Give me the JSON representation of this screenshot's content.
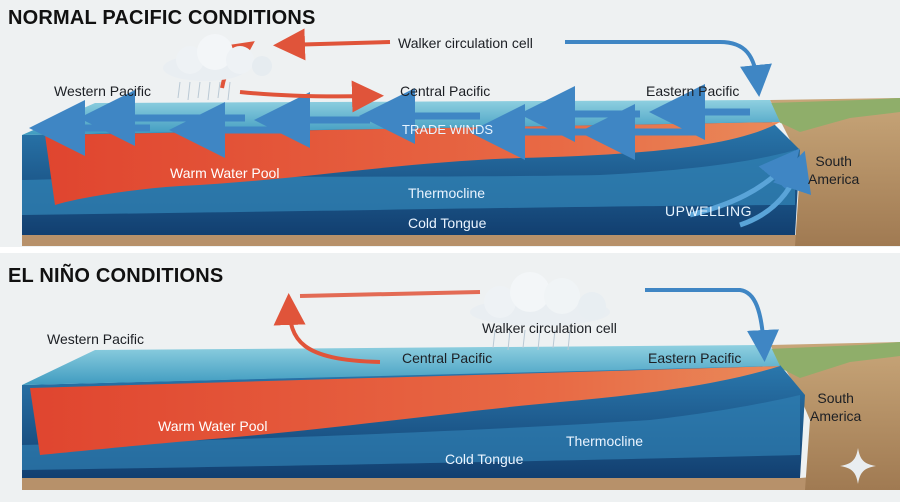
{
  "normal": {
    "title": "NORMAL PACIFIC CONDITIONS",
    "walker": "Walker circulation  cell",
    "western": "Western Pacific",
    "central": "Central Pacific",
    "eastern": "Eastern Pacific",
    "trade_winds": "TRADE WINDS",
    "warm_pool": "Warm Water Pool",
    "thermocline": "Thermocline",
    "cold_tongue": "Cold Tongue",
    "upwelling": "UPWELLING",
    "south_america": "South\nAmerica"
  },
  "elnino": {
    "title": "EL NIÑO CONDITIONS",
    "walker": "Walker circulation cell",
    "western": "Western Pacific",
    "central": "Central Pacific",
    "eastern": "Eastern Pacific",
    "warm_pool": "Warm Water Pool",
    "thermocline": "Thermocline",
    "cold_tongue": "Cold Tongue",
    "south_america": "South\nAmerica"
  },
  "colors": {
    "warm": "#e2553a",
    "cold": "#1f5f95",
    "surface": "#5fb6d2",
    "land": "#c29a6e",
    "arrow_blue": "#3f86c4",
    "arrow_red": "#e0543a"
  },
  "icons": [
    "rain-cloud-icon",
    "sparkle-icon"
  ]
}
